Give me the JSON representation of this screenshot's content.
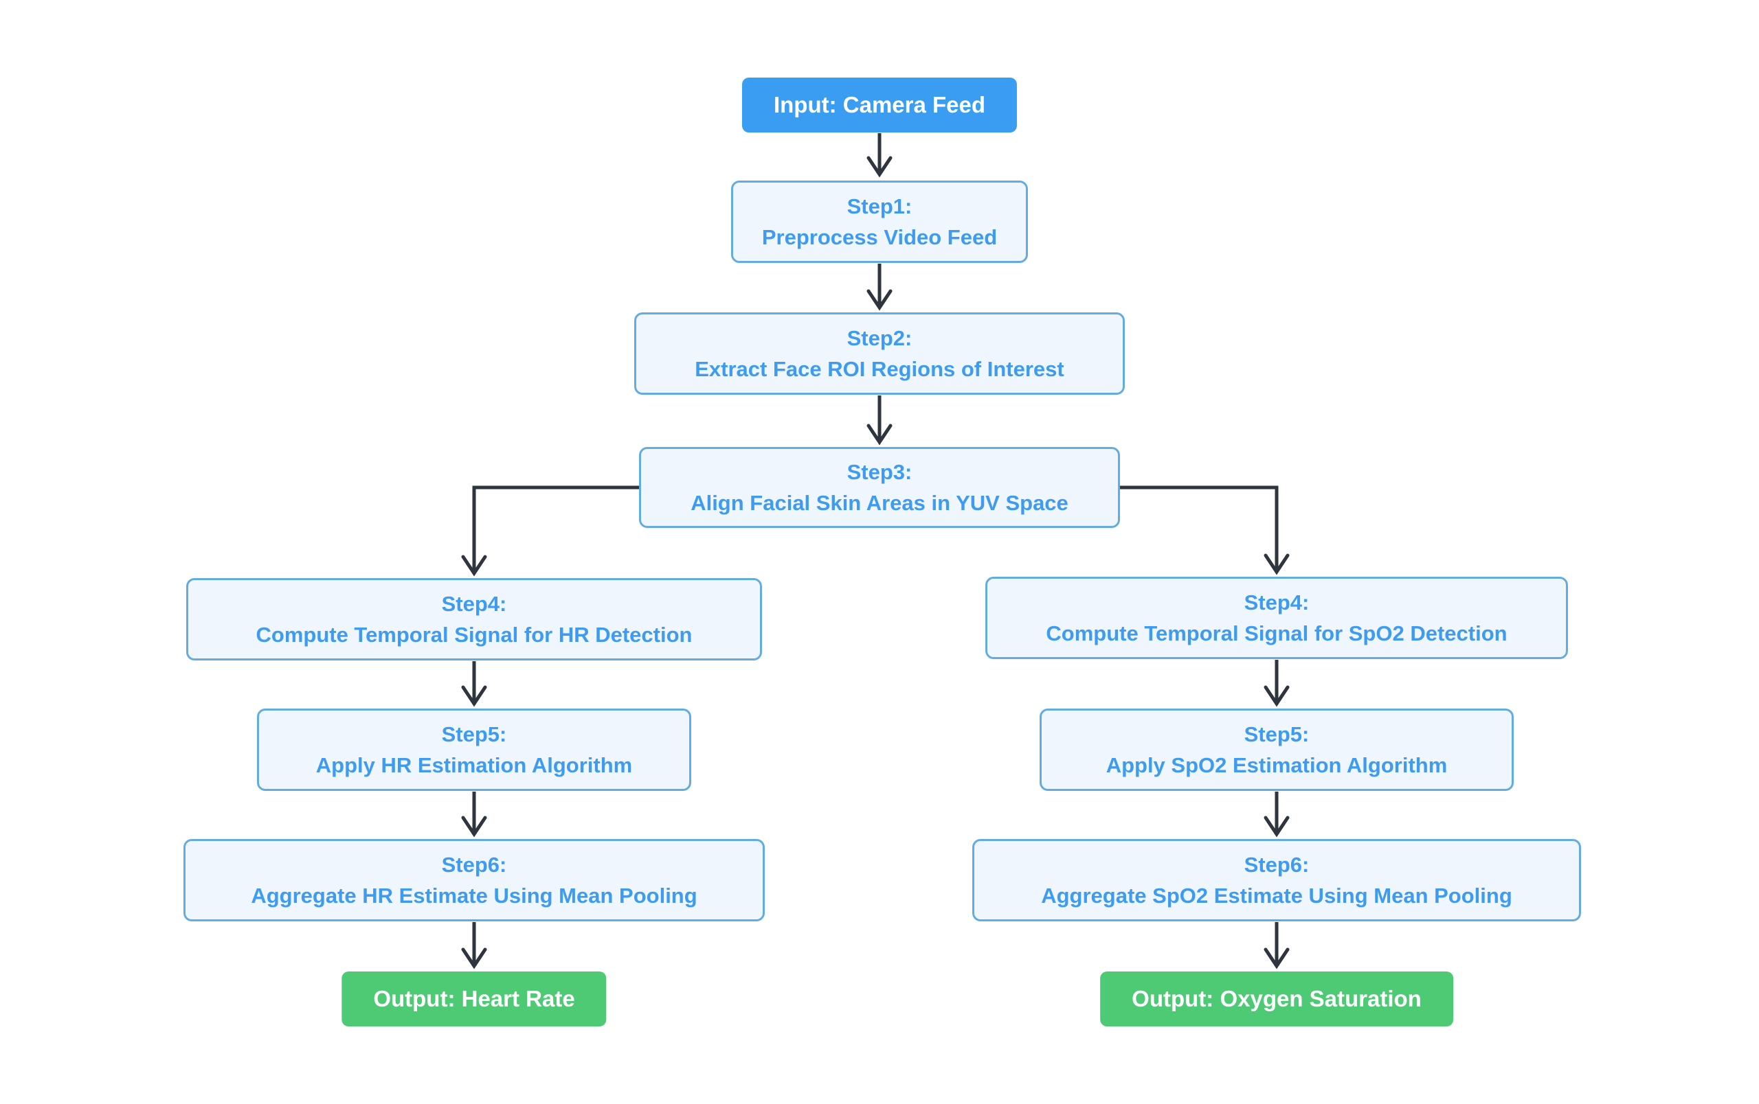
{
  "colors": {
    "accent_blue": "#3b9df2",
    "node_fill": "#eff6fd",
    "node_border": "#64abdf",
    "node_text": "#3e9bef",
    "output_green": "#4fca74",
    "arrow": "#2e353e",
    "background": "#ffffff",
    "io_text": "#ffffff"
  },
  "nodes": {
    "input": {
      "label": "Input: Camera Feed"
    },
    "step1": {
      "title": "Step1:",
      "text": "Preprocess Video Feed"
    },
    "step2": {
      "title": "Step2:",
      "text": "Extract Face ROI Regions of Interest"
    },
    "step3": {
      "title": "Step3:",
      "text": "Align Facial Skin Areas in YUV Space"
    },
    "hr": {
      "step4": {
        "title": "Step4:",
        "text": "Compute Temporal Signal for HR Detection"
      },
      "step5": {
        "title": "Step5:",
        "text": "Apply HR Estimation Algorithm"
      },
      "step6": {
        "title": "Step6:",
        "text": "Aggregate HR Estimate Using Mean Pooling"
      },
      "output": {
        "label": "Output: Heart Rate"
      }
    },
    "spo2": {
      "step4": {
        "title": "Step4:",
        "text": "Compute Temporal Signal for SpO2 Detection"
      },
      "step5": {
        "title": "Step5:",
        "text": "Apply SpO2 Estimation Algorithm"
      },
      "step6": {
        "title": "Step6:",
        "text": "Aggregate SpO2 Estimate Using Mean Pooling"
      },
      "output": {
        "label": "Output: Oxygen Saturation"
      }
    }
  },
  "edges": [
    {
      "from": "input",
      "to": "step1"
    },
    {
      "from": "step1",
      "to": "step2"
    },
    {
      "from": "step2",
      "to": "step3"
    },
    {
      "from": "step3",
      "to": "hr.step4"
    },
    {
      "from": "step3",
      "to": "spo2.step4"
    },
    {
      "from": "hr.step4",
      "to": "hr.step5"
    },
    {
      "from": "hr.step5",
      "to": "hr.step6"
    },
    {
      "from": "hr.step6",
      "to": "hr.output"
    },
    {
      "from": "spo2.step4",
      "to": "spo2.step5"
    },
    {
      "from": "spo2.step5",
      "to": "spo2.step6"
    },
    {
      "from": "spo2.step6",
      "to": "spo2.output"
    }
  ]
}
